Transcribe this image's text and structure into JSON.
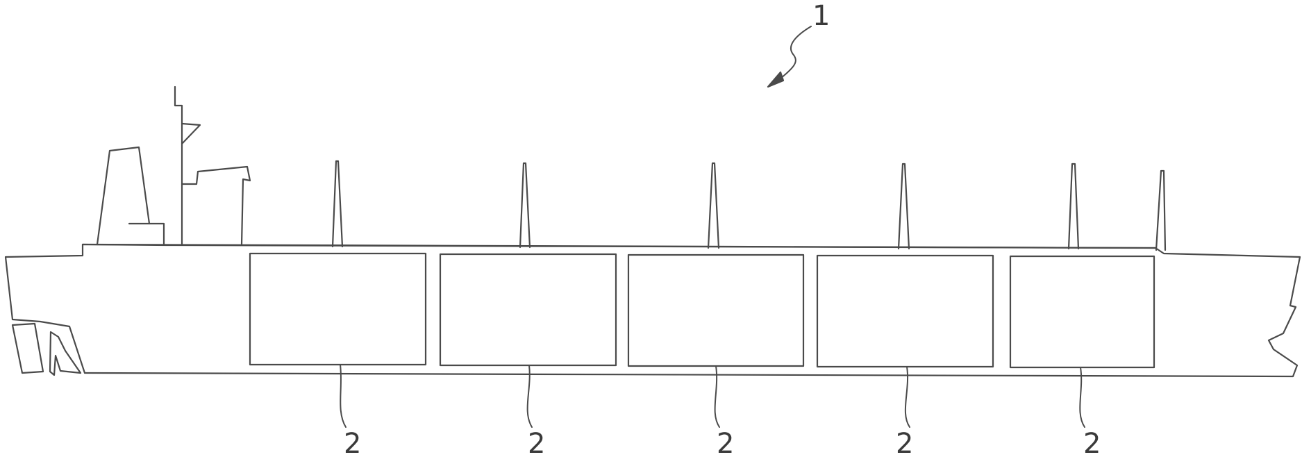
{
  "figure": {
    "ship_label": "1",
    "tank_labels": [
      "2",
      "2",
      "2",
      "2",
      "2"
    ],
    "line_color": "#4a4a4a"
  }
}
